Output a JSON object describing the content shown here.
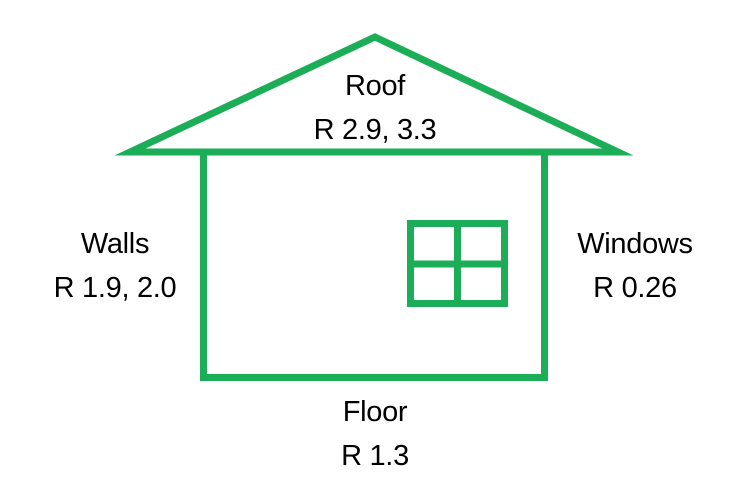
{
  "diagram": {
    "type": "house R-value diagram",
    "stroke_color": "#1BAE57",
    "roof": {
      "name": "Roof",
      "value": "R 2.9, 3.3"
    },
    "walls": {
      "name": "Walls",
      "value": "R 1.9, 2.0"
    },
    "windows": {
      "name": "Windows",
      "value": "R 0.26"
    },
    "floor": {
      "name": "Floor",
      "value": "R 1.3"
    }
  }
}
